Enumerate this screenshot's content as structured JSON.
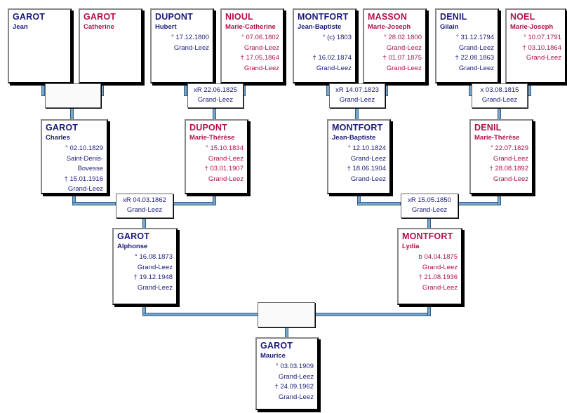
{
  "gen4": {
    "p1": {
      "surname": "GAROT",
      "given": "Jean"
    },
    "p2": {
      "surname": "GAROT",
      "given": "Catherine"
    },
    "p3": {
      "surname": "DUPONT",
      "given": "Hubert",
      "birth": "° 17.12.1800",
      "birth_place": "Grand-Leez"
    },
    "p4": {
      "surname": "NIOUL",
      "given": "Marie-Catherine",
      "birth": "° 07.06.1802",
      "birth_place": "Grand-Leez",
      "death": "† 17.05.1864",
      "death_place": "Grand-Leez"
    },
    "p5": {
      "surname": "MONTFORT",
      "given": "Jean-Baptiste",
      "birth": "° (c) 1803",
      "death": "† 16.02.1874",
      "death_place": "Grand-Leez"
    },
    "p6": {
      "surname": "MASSON",
      "given": "Marie-Joseph",
      "birth": "° 28.02.1800",
      "birth_place": "Grand-Leez",
      "death": "† 01.07.1875",
      "death_place": "Grand-Leez"
    },
    "p7": {
      "surname": "DENIL",
      "given": "Gilain",
      "birth": "° 31.12.1794",
      "birth_place": "Grand-Leez",
      "death": "† 22.08.1863",
      "death_place": "Grand-Leez"
    },
    "p8": {
      "surname": "NOEL",
      "given": "Marie-Joseph",
      "birth": "° 10.07.1791",
      "death": "† 03.10.1864",
      "death_place": "Grand-Leez"
    }
  },
  "gen4_marriages": {
    "m1": {
      "date": "",
      "place": ""
    },
    "m2": {
      "date": "xR 22.06.1825",
      "place": "Grand-Leez"
    },
    "m3": {
      "date": "xR 14.07.1823",
      "place": "Grand-Leez"
    },
    "m4": {
      "date": "x 03.08.1815",
      "place": "Grand-Leez"
    }
  },
  "gen3": {
    "p1": {
      "surname": "GAROT",
      "given": "Charles",
      "birth": "° 02.10.1829",
      "birth_place": "Saint-Denis-Bovesse",
      "death": "† 15.01.1916",
      "death_place": "Grand-Leez"
    },
    "p2": {
      "surname": "DUPONT",
      "given": "Marie-Thérèse",
      "birth": "° 15.10.1834",
      "birth_place": "Grand-Leez",
      "death": "† 03.01.1907",
      "death_place": "Grand-Leez"
    },
    "p3": {
      "surname": "MONTFORT",
      "given": "Jean-Baptiste",
      "birth": "° 12.10.1824",
      "birth_place": "Grand-Leez",
      "death": "† 18.06.1904",
      "death_place": "Grand-Leez"
    },
    "p4": {
      "surname": "DENIL",
      "given": "Marie-Thérèse",
      "birth": "° 22.07.1829",
      "birth_place": "Grand-Leez",
      "death": "† 28.08.1892",
      "death_place": "Grand-Leez"
    }
  },
  "gen3_marriages": {
    "m1": {
      "date": "xR 04.03.1862",
      "place": "Grand-Leez"
    },
    "m2": {
      "date": "xR 15.05.1850",
      "place": "Grand-Leez"
    }
  },
  "gen2": {
    "p1": {
      "surname": "GAROT",
      "given": "Alphonse",
      "birth": "° 16.08.1873",
      "birth_place": "Grand-Leez",
      "death": "† 19.12.1948",
      "death_place": "Grand-Leez"
    },
    "p2": {
      "surname": "MONTFORT",
      "given": "Lydia",
      "birth": "b 04.04.1875",
      "birth_place": "Grand-Leez",
      "death": "† 21.08.1936",
      "death_place": "Grand-Leez"
    }
  },
  "gen2_marriage": {
    "date": "",
    "place": ""
  },
  "gen1": {
    "p1": {
      "surname": "GAROT",
      "given": "Maurice",
      "birth": "° 03.03.1909",
      "birth_place": "Grand-Leez",
      "death": "† 24.09.1962",
      "death_place": "Grand-Leez"
    }
  },
  "colors": {
    "male": "#1a1a7a",
    "female": "#b0104a",
    "connector": "#7aa6c8"
  }
}
